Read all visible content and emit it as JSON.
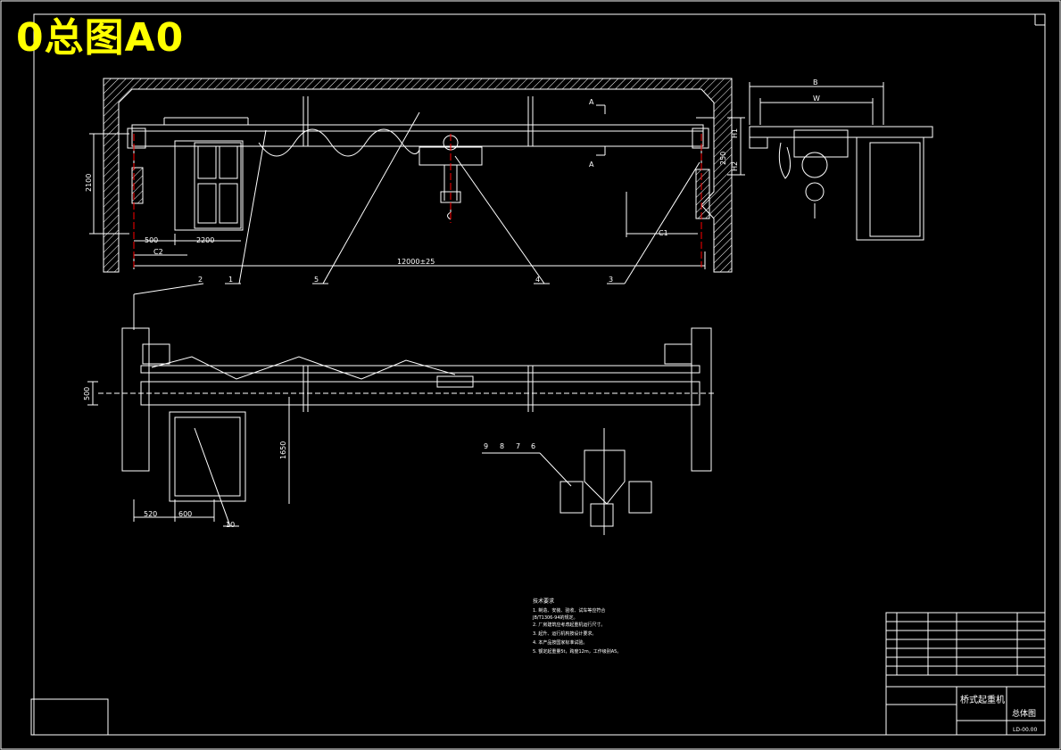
{
  "drawing": {
    "title_banner": "0总图A0",
    "colors": {
      "background": "#000000",
      "line": "#ffffff",
      "title": "#ffff00",
      "accent": "#ff0000"
    }
  },
  "dimensions": {
    "span": "12000±25",
    "height_left": "2100",
    "d500": "500",
    "d2200": "2200",
    "c2": "C2",
    "c1": "C1",
    "h1": "H1",
    "h2": "H2",
    "d250": "250",
    "b": "B",
    "w": "W",
    "section_a_top": "A",
    "section_a_bottom": "A",
    "d500_plan": "500",
    "d1650": "1650",
    "d520": "520",
    "d600": "600"
  },
  "leaders": {
    "n1": "1",
    "n2": "2",
    "n3": "3",
    "n4": "4",
    "n5": "5",
    "n6": "6",
    "n7": "7",
    "n8": "8",
    "n9": "9",
    "n10": "10"
  },
  "notes": {
    "heading": "技术要求",
    "lines": [
      "1. 制造、安装、验收、试车等应符合",
      "JB/T1306-94的规定。",
      "2. 厂房建筑应考虑起重机运行尺寸。",
      "3. 起升、运行机构按设计要求。",
      "4. 本产品按国家标准试验。",
      "5. 额定起重量5t，跨度12m，工作级别A5。"
    ]
  },
  "title_block": {
    "product_name": "桥式起重机",
    "drawing_name": "总体图",
    "drawing_no": "LD-00.00"
  }
}
